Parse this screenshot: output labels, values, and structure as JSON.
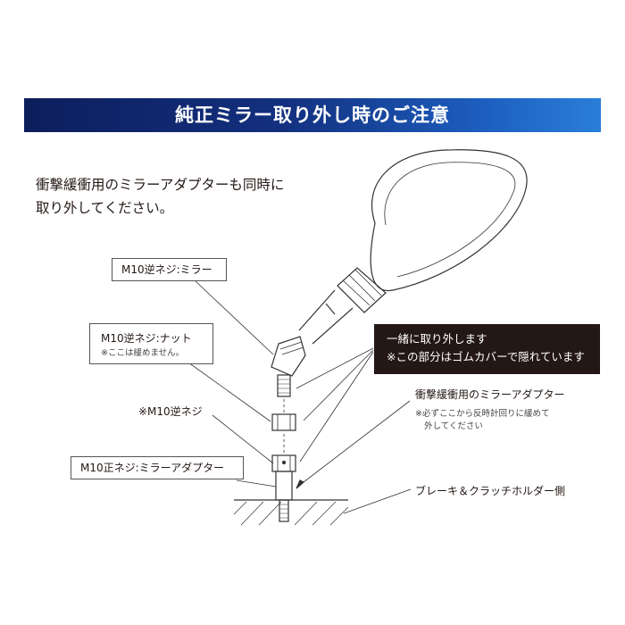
{
  "title": "純正ミラー取り外し時のご注意",
  "intro": [
    "衝撃緩衝用のミラーアダプターも同時に",
    "取り外してください。"
  ],
  "labels": {
    "mirror_thread": "M10逆ネジ:ミラー",
    "nut_thread": "M10逆ネジ:ナット",
    "nut_note": "※ここは緩めません。",
    "reverse_thread": "※M10逆ネジ",
    "adapter_thread": "M10正ネジ:ミラーアダプター",
    "remove_together": "一緒に取り外します",
    "rubber_cover_note": "※この部分はゴムカバーで隠れています",
    "adapter": "衝撃緩衝用のミラーアダプター",
    "adapter_note": [
      "※必ずここから反時計回りに緩めて",
      "外してください"
    ],
    "holder_side": "ブレーキ＆クラッチホルダー側"
  },
  "colors": {
    "banner_start": "#0d1e5c",
    "banner_end": "#2a7fd8",
    "dark_box": "#231815"
  }
}
